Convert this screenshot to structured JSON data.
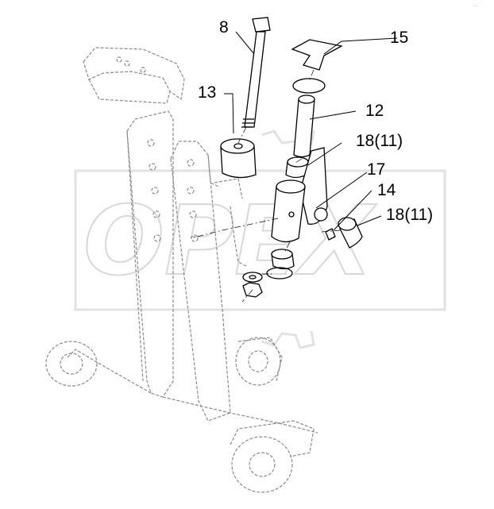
{
  "corner_mark": "…",
  "watermark": {
    "text": "OPEX",
    "color": "#d8d8d8"
  },
  "colors": {
    "line": "#000000",
    "ghost": "#8a8a8a",
    "background": "#ffffff"
  },
  "callouts": [
    {
      "id": "c8",
      "label": "8"
    },
    {
      "id": "c15",
      "label": "15"
    },
    {
      "id": "c13",
      "label": "13"
    },
    {
      "id": "c12",
      "label": "12"
    },
    {
      "id": "c18a",
      "label": "18(11)"
    },
    {
      "id": "c17",
      "label": "17"
    },
    {
      "id": "c14",
      "label": "14"
    },
    {
      "id": "c18b",
      "label": "18(11)"
    }
  ]
}
